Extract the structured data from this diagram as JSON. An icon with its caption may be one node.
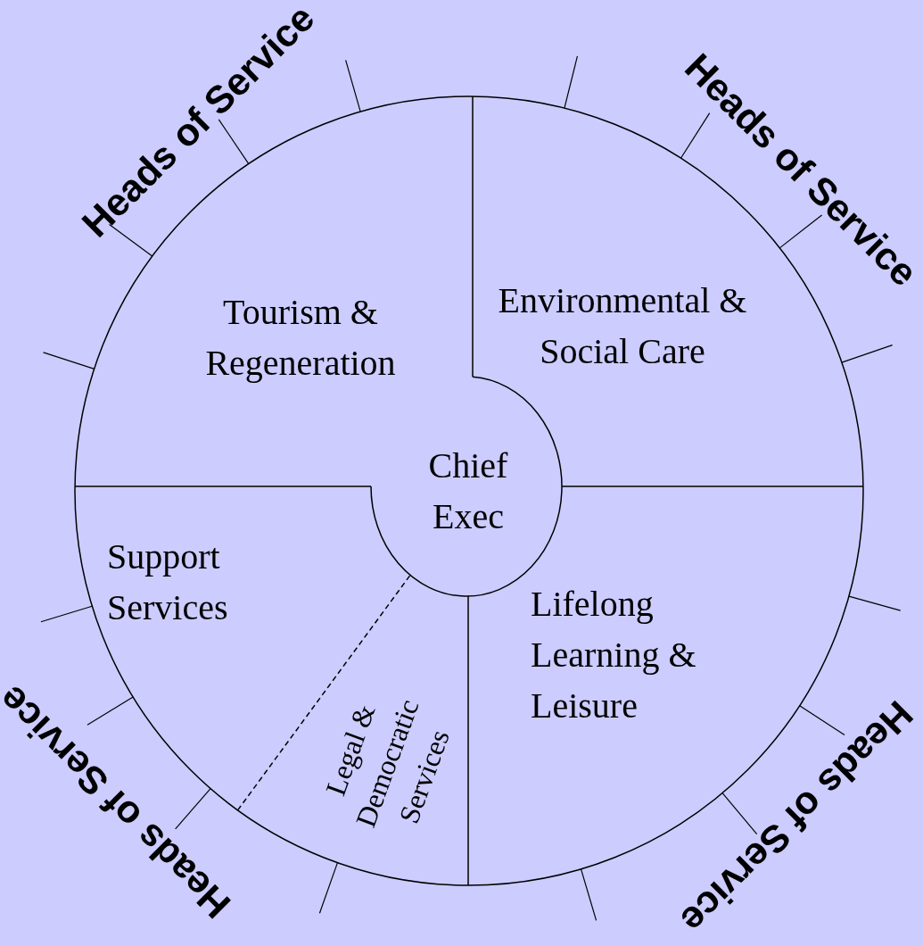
{
  "diagram": {
    "nodes": [
      {
        "text": [
          "Tourism & Regeneration"
        ]
      },
      {
        "text": [
          "Environmental & Social Care"
        ]
      },
      {
        "text": [
          "Chief Exec"
        ]
      },
      {
        "text": [
          "Support Services"
        ]
      },
      {
        "text": [
          "Lifelong Learning & Leisure"
        ]
      },
      {
        "text": [
          "Legal & Democratic Services"
        ]
      }
    ],
    "labels": [
      "Heads of Service",
      "Heads of Service",
      "Heads of Service",
      "Heads of Service"
    ]
  }
}
